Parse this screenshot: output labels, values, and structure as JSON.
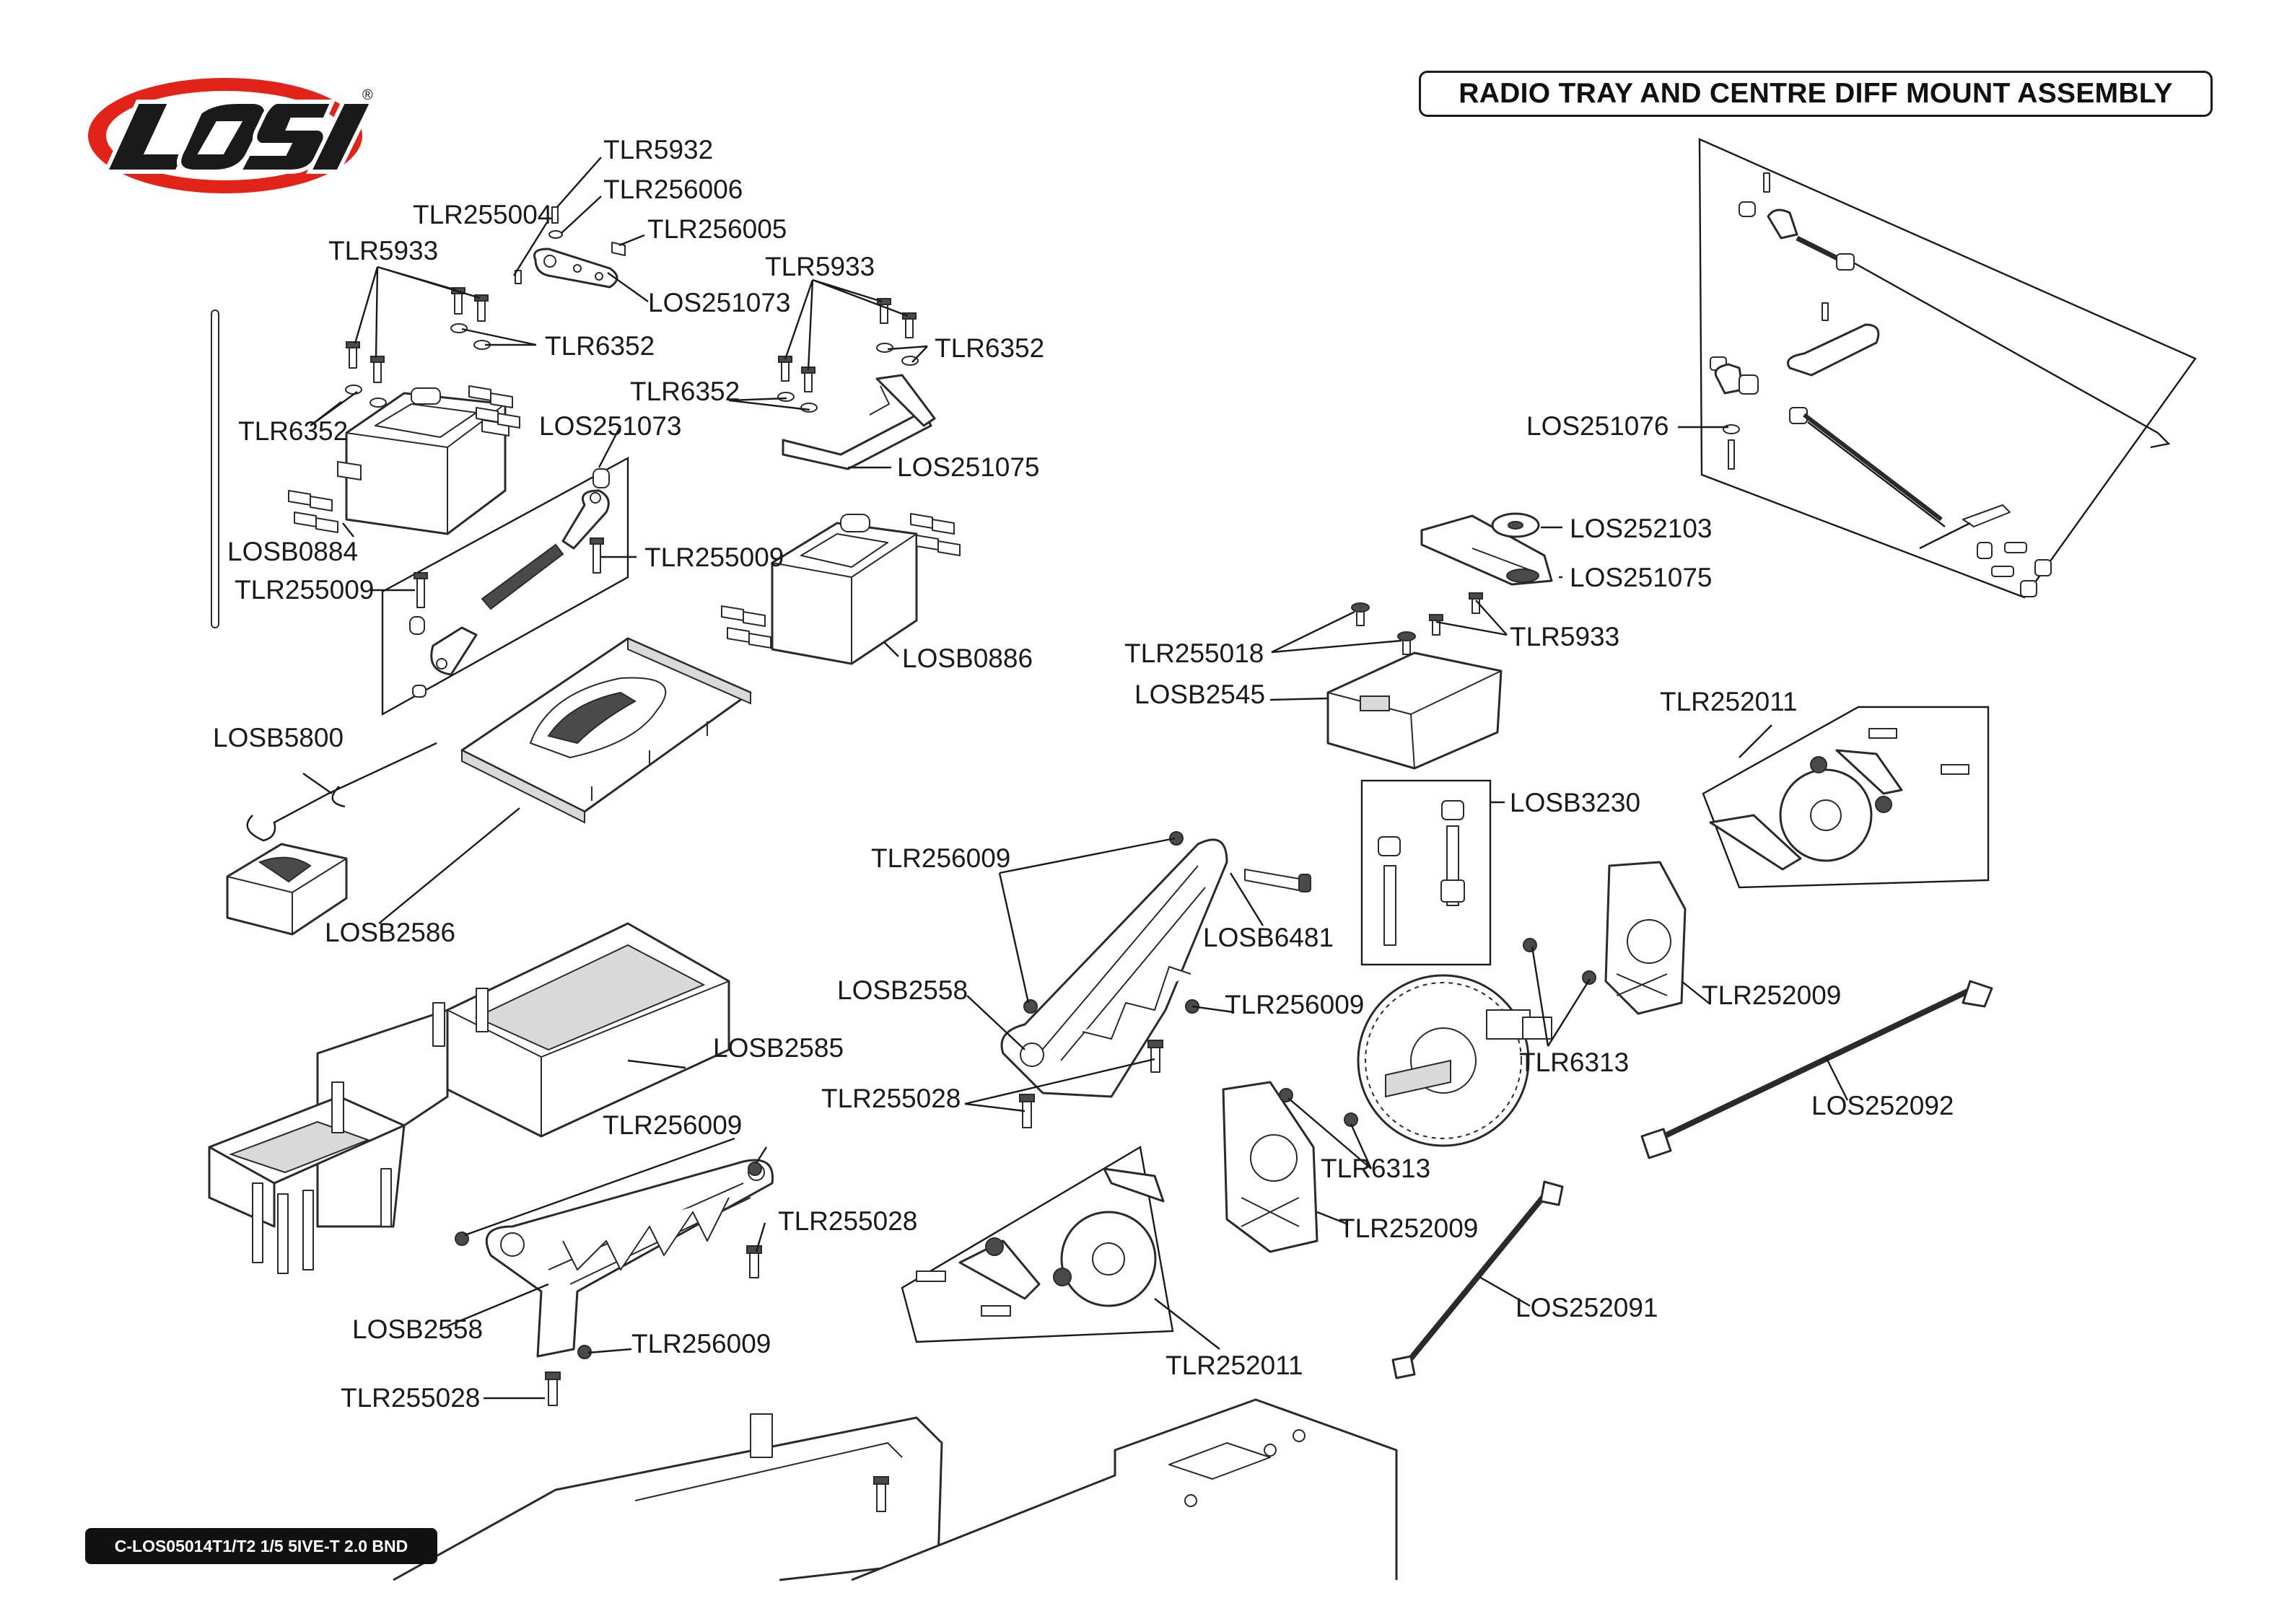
{
  "brand": {
    "logo_text": "LOSI",
    "registered_mark": "®",
    "accent_red": "#e2231a"
  },
  "title": "RADIO TRAY AND CENTRE DIFF MOUNT ASSEMBLY",
  "footer": "C-LOS05014T1/T2 1/5 5IVE-T 2.0 BND",
  "labels": {
    "tlr5932": "TLR5932",
    "tlr256006": "TLR256006",
    "tlr255004_top": "TLR255004",
    "tlr256005": "TLR256005",
    "tlr5933_a": "TLR5933",
    "los251073_a": "LOS251073",
    "tlr5933_b": "TLR5933",
    "tlr6352_a": "TLR6352",
    "tlr6352_b": "TLR6352",
    "tlr6352_c": "TLR6352",
    "tlr6352_d": "TLR6352",
    "los251073_b": "LOS251073",
    "los251075_a": "LOS251075",
    "losb0884": "LOSB0884",
    "tlr255009_a": "TLR255009",
    "tlr255009_b": "TLR255009",
    "losb0886": "LOSB0886",
    "losb5800": "LOSB5800",
    "losb2586": "LOSB2586",
    "los251076": "LOS251076",
    "los252103": "LOS252103",
    "los251075_b": "LOS251075",
    "tlr255018": "TLR255018",
    "tlr5933_c": "TLR5933",
    "losb2545": "LOSB2545",
    "tlr252011_a": "TLR252011",
    "losb3230": "LOSB3230",
    "tlr256009_a": "TLR256009",
    "losb6481": "LOSB6481",
    "losb2558_a": "LOSB2558",
    "tlr256009_b": "TLR256009",
    "losb2585": "LOSB2585",
    "tlr255028_a": "TLR255028",
    "tlr6313_a": "TLR6313",
    "tlr252009_a": "TLR252009",
    "los252092": "LOS252092",
    "tlr256009_c": "TLR256009",
    "tlr6313_b": "TLR6313",
    "tlr255028_b": "TLR255028",
    "tlr252009_b": "TLR252009",
    "losb2558_b": "LOSB2558",
    "tlr256009_d": "TLR256009",
    "los252091": "LOS252091",
    "tlr255028_c": "TLR255028",
    "tlr252011_b": "TLR252011"
  }
}
